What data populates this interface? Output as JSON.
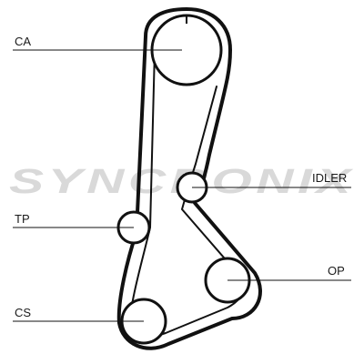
{
  "diagram": {
    "labels": {
      "ca": "CA",
      "idler": "IDLER",
      "tp": "TP",
      "op": "OP",
      "cs": "CS"
    },
    "watermark": "SYNCRONIX",
    "colors": {
      "belt": "#111111",
      "pulley": "#111111",
      "label": "#1a1a1a",
      "watermark": "#d9d9d9",
      "background": "#ffffff"
    }
  }
}
